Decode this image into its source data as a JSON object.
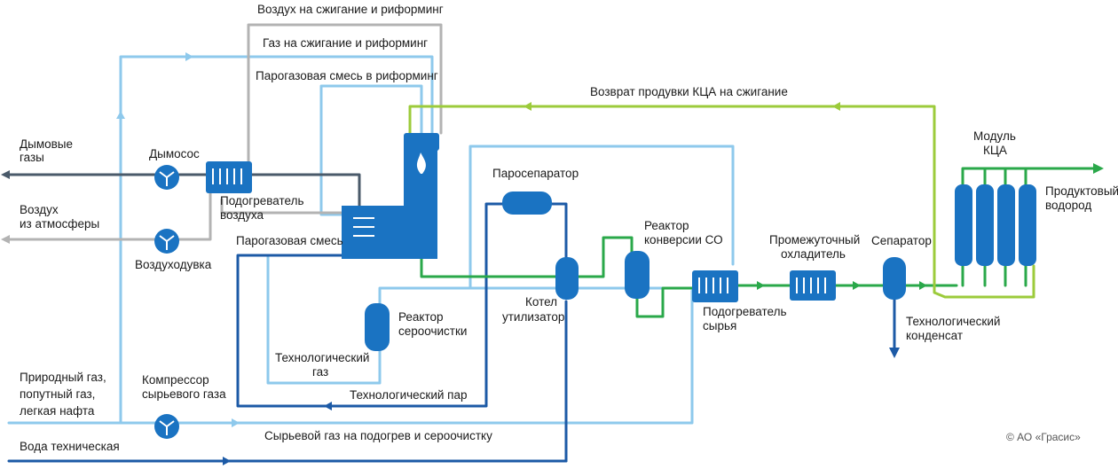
{
  "colors": {
    "light_blue": "#8ec9ec",
    "dark_blue": "#1c5aa6",
    "gray": "#b3b3b3",
    "dark_gray": "#4a5a6a",
    "green": "#2aa84a",
    "lime": "#9ccb3b",
    "equipment": "#1a73c2"
  },
  "labels": {
    "air_combustion": "Воздух на сжигание и риформинг",
    "gas_combustion": "Газ на сжигание и риформинг",
    "steam_gas_reforming": "Парогазовая смесь в риформинг",
    "psa_purge_return": "Возврат продувки КЦА на сжигание",
    "flue_gases_1": "Дымовые",
    "flue_gases_2": "газы",
    "smoke_exhauster": "Дымосос",
    "air_heater_1": "Подогреватель",
    "air_heater_2": "воздуха",
    "air_atm_1": "Воздух",
    "air_atm_2": "из атмосферы",
    "air_blower": "Воздуходувка",
    "steam_gas_mix": "Парогазовая смесь",
    "steam_separator": "Паросепаратор",
    "co_reactor_1": "Реактор",
    "co_reactor_2": "конверсии СО",
    "intercooler_1": "Промежуточный",
    "intercooler_2": "охладитель",
    "separator": "Сепаратор",
    "psa_module_1": "Модуль",
    "psa_module_2": "КЦА",
    "product_h2_1": "Продуктовый",
    "product_h2_2": "водород",
    "desulf_reactor_1": "Реактор",
    "desulf_reactor_2": "сероочистки",
    "waste_boiler_1": "Котел",
    "waste_boiler_2": "утилизатор",
    "feed_heater_1": "Подогреватель",
    "feed_heater_2": "сырья",
    "tech_condensate_1": "Технологический",
    "tech_condensate_2": "конденсат",
    "tech_gas_1": "Технологический",
    "tech_gas_2": "газ",
    "tech_steam": "Технологический пар",
    "natural_gas_1": "Природный газ,",
    "natural_gas_2": "попутный газ,",
    "natural_gas_3": "легкая нафта",
    "compressor_1": "Компрессор",
    "compressor_2": "сырьевого газа",
    "feed_gas": "Сырьевой газ на подогрев и сероочистку",
    "tech_water": "Вода техническая",
    "copyright": "© АО «Грасис»"
  }
}
